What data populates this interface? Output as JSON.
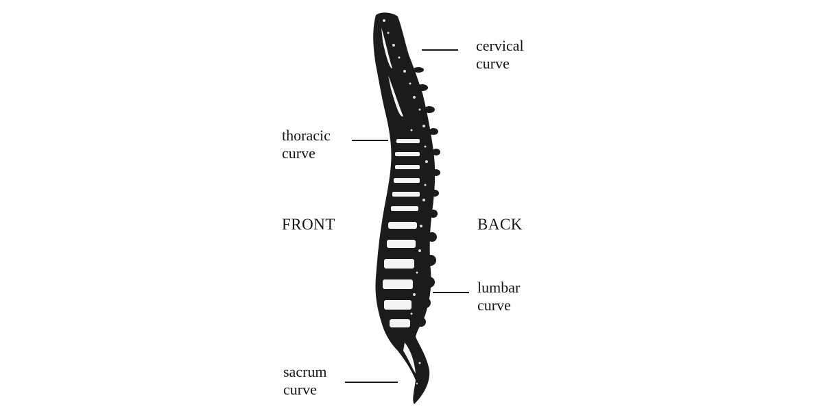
{
  "figure": {
    "subject": "Human vertebral column (lateral view)",
    "orientation": {
      "left": "FRONT",
      "right": "BACK"
    },
    "labels": [
      {
        "id": "cervical",
        "line1": "cervical",
        "line2": "curve"
      },
      {
        "id": "thoracic",
        "line1": "thoracic",
        "line2": "curve"
      },
      {
        "id": "lumbar",
        "line1": "lumbar",
        "line2": "curve"
      },
      {
        "id": "sacrum",
        "line1": "sacrum",
        "line2": "curve"
      }
    ],
    "colors": {
      "ink": "#141414",
      "background": "#ffffff"
    }
  }
}
